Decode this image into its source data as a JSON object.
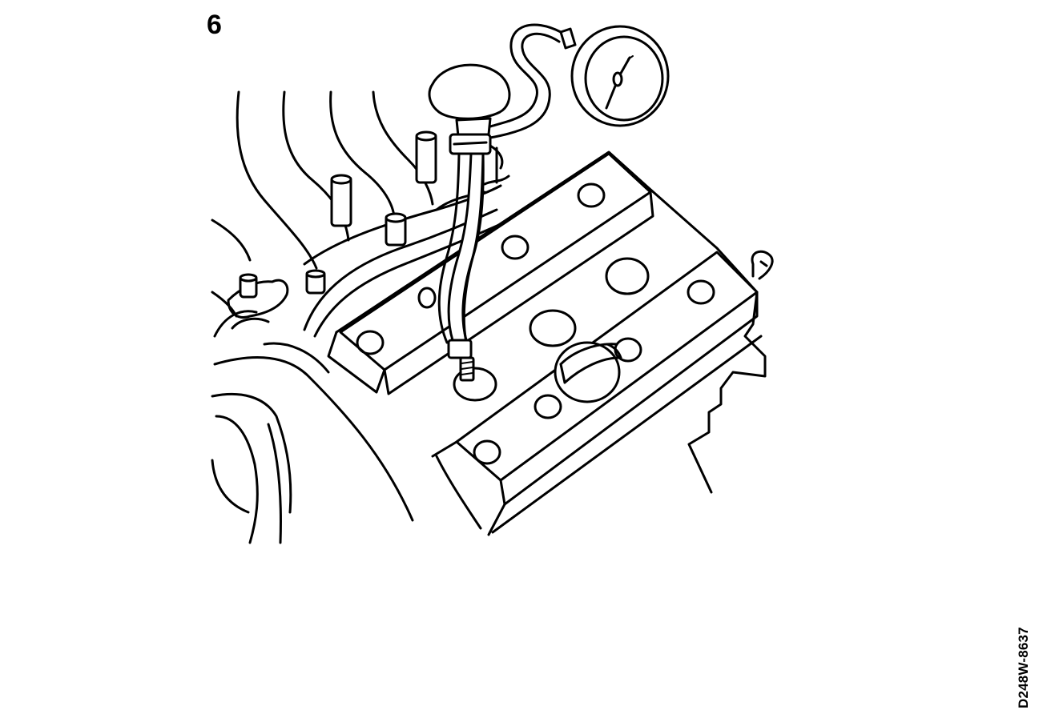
{
  "diagram": {
    "step_number": "6",
    "figure_code": "D248W-8637",
    "colors": {
      "line": "#000000",
      "background": "#ffffff"
    },
    "components": [
      "cylinder-head",
      "camshaft-cover",
      "compression-gauge",
      "rubber-bulb",
      "adapter-hose",
      "spark-plug-holes",
      "oil-filler-cap",
      "intake-manifold",
      "fuel-injectors"
    ]
  }
}
